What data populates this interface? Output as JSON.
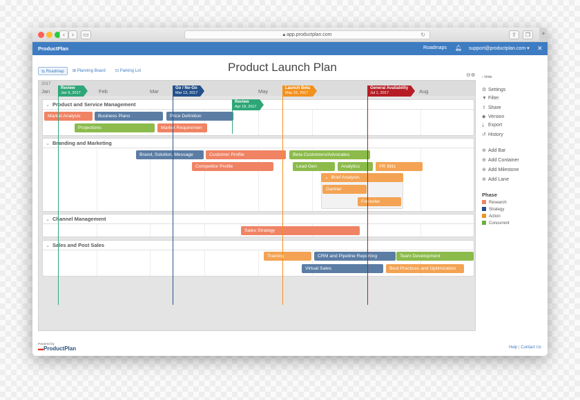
{
  "browser": {
    "url": "app.productplan.com"
  },
  "appbar": {
    "brand": "ProductPlan",
    "nav_roadmaps": "Roadmaps",
    "user_email": "support@productplan.com ▾",
    "close": "✕"
  },
  "view_tabs": {
    "roadmap": "Roadmap",
    "planning_board": "Planning Board",
    "parking_lot": "Parking Lot"
  },
  "title": "Product Launch Plan",
  "timeline": {
    "year": "2017",
    "months": [
      "Jan",
      "Feb",
      "Mar",
      "May",
      "Aug"
    ]
  },
  "milestones": [
    {
      "label": "Review",
      "date": "Jan 9, 2017"
    },
    {
      "label": "Go / No-Go",
      "date": "Mar 13, 2017"
    },
    {
      "label": "Review",
      "date": "Apr 18, 2017"
    },
    {
      "label": "Launch Beta",
      "date": "May 15, 2017"
    },
    {
      "label": "General Availability",
      "date": "Jul 1, 2017"
    }
  ],
  "lanes": [
    {
      "name": "Product and Service Management",
      "bars": [
        "Market Analysis",
        "Business Plans",
        "Price Definition",
        "Projections",
        "Market Requiremen"
      ]
    },
    {
      "name": "Branding and Marketing",
      "bars": [
        "Brand, Solution, Message",
        "Customer Profile",
        "Beta Customers/Advocates",
        "Competitor Profile",
        "Lead Gen",
        "Analytics",
        "PR Blitz",
        "Brief Analysts",
        "Gartner",
        "Forrester"
      ]
    },
    {
      "name": "Channel Management",
      "bars": [
        "Sales Strategy"
      ]
    },
    {
      "name": "Sales and Post Sales",
      "bars": [
        "Training",
        "CRM and Pipeline Reporting",
        "Team Development",
        "Virtual Sales",
        "Best Practices and Optimization"
      ]
    }
  ],
  "sidebar": {
    "hide": "Hide",
    "items": [
      "Settings",
      "Filter",
      "Share",
      "Version",
      "Export",
      "History"
    ],
    "add_items": [
      "Add Bar",
      "Add Container",
      "Add Milestone",
      "Add Lane"
    ]
  },
  "phase": {
    "title": "Phase",
    "items": [
      {
        "label": "Research",
        "color": "#ef8364"
      },
      {
        "label": "Strategy",
        "color": "#23508a"
      },
      {
        "label": "Action",
        "color": "#f2911e"
      },
      {
        "label": "Concurrent",
        "color": "#6fae3a"
      }
    ]
  },
  "footer": {
    "powered_by": "Powered by",
    "brand": "ProductPlan",
    "help": "Help",
    "separator": "|",
    "contact": "Contact Us"
  }
}
